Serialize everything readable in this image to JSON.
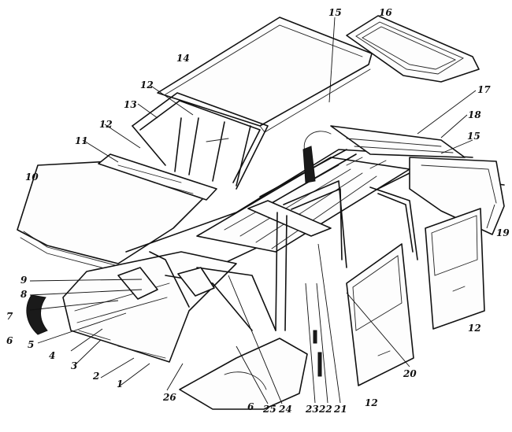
{
  "diagram": {
    "parts": [
      {
        "id": "p1",
        "label": "1"
      },
      {
        "id": "p2",
        "label": "2"
      },
      {
        "id": "p3",
        "label": "3"
      },
      {
        "id": "p4",
        "label": "4"
      },
      {
        "id": "p5",
        "label": "5"
      },
      {
        "id": "p6a",
        "label": "6"
      },
      {
        "id": "p6b",
        "label": "6"
      },
      {
        "id": "p7",
        "label": "7"
      },
      {
        "id": "p8",
        "label": "8"
      },
      {
        "id": "p9",
        "label": "9"
      },
      {
        "id": "p10",
        "label": "10"
      },
      {
        "id": "p11",
        "label": "11"
      },
      {
        "id": "p12a",
        "label": "12"
      },
      {
        "id": "p12b",
        "label": "12"
      },
      {
        "id": "p12c",
        "label": "12"
      },
      {
        "id": "p12d",
        "label": "12"
      },
      {
        "id": "p13",
        "label": "13"
      },
      {
        "id": "p14",
        "label": "14"
      },
      {
        "id": "p15a",
        "label": "15"
      },
      {
        "id": "p15b",
        "label": "15"
      },
      {
        "id": "p16",
        "label": "16"
      },
      {
        "id": "p17",
        "label": "17"
      },
      {
        "id": "p18",
        "label": "18"
      },
      {
        "id": "p19",
        "label": "19"
      },
      {
        "id": "p20",
        "label": "20"
      },
      {
        "id": "p21",
        "label": "21"
      },
      {
        "id": "p22",
        "label": "22"
      },
      {
        "id": "p23",
        "label": "23"
      },
      {
        "id": "p24",
        "label": "24"
      },
      {
        "id": "p25",
        "label": "25"
      },
      {
        "id": "p26",
        "label": "26"
      }
    ]
  }
}
